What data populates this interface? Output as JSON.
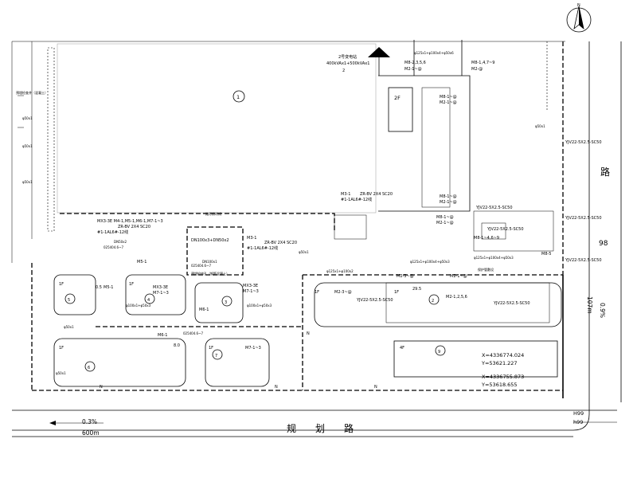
{
  "north_label": "N",
  "transformer": {
    "name": "2号变电站",
    "capacity": "400kVAx1+500kVAx1",
    "count": "2"
  },
  "buildings": {
    "b1": "1",
    "b2": "2",
    "b4": "4",
    "b5": "5",
    "b6": "6",
    "b7": "7",
    "b9": "9",
    "b2f": "2F",
    "b3": "3"
  },
  "floors": {
    "f2f": "2F",
    "f1f_a": "1F",
    "f1f_b": "1F",
    "f1f_c": "1F",
    "f1f_d": "1F",
    "f1f_e": "1F",
    "f1f_f": "1F",
    "f4f": "4F"
  },
  "cables": {
    "c_m8a": "M8-2,3,5,6",
    "c_m2a": "M2-1~@",
    "c_m8b": "M8-1,4,7~9",
    "c_m2b": "M2-@",
    "c_m8c": "M8-1~@",
    "c_m2c": "M2-1~@",
    "c_m8d": "M8-1~@",
    "c_m2d": "M2-1~@",
    "c_m8e": "M8-1~@",
    "c_m2e": "M2-1~@",
    "c_m3": "M3-1",
    "c_zr1": "ZR-BV 2X4 SC20",
    "c_al1": "#1-1AL6#-12线",
    "c_mx": "MX3-3E M4-1,M5-1,M6-1,M7-1~3",
    "c_zr2": "ZR-BV 2X4 SC20",
    "c_al2": "#1-1AL6#-12线",
    "c_m31": "M3-1",
    "c_zr3": "ZR-BV 2X4 SC20",
    "c_al3": "#1-1AL6#-12线",
    "c_dn": "DN100x3+DN50x2",
    "c_m51": "M5-1",
    "c_m51b": "M5-1",
    "c_05": "0.5",
    "c_mx33": "MX3-3E",
    "c_m71": "M7-1~3",
    "c_mx33b": "MX3-3E",
    "c_m7": "M7-1~3",
    "c_m61": "M6-1",
    "c_m62": "M6-1",
    "c_m71b": "M7-1~3",
    "c_m23": "M2-3~@",
    "c_m21": "M2-1~@",
    "c_295": "29.5",
    "c_m2256": "M2-1,2,5,6",
    "c_m8469": "M8-1~4,6~9",
    "c_m85": "M8-5",
    "c_yjv1": "YJV22-5X2.5-SC50",
    "c_yjv2": "YJV22-5X2.5-SC50",
    "c_yjv3": "YJV22-5X2.5-SC50",
    "c_yjv4": "YJV22-5X2.5-SC50",
    "c_yjv5": "YJV22-5X2.5-SC50",
    "c_yjv6": "YJV22-5X2.5-SC50",
    "c_yjv7": "YJV22-5X2.5-SC50",
    "c_80": "8.0",
    "c_phi1": "φ50x1",
    "c_phi2": "φ50x1",
    "c_phi3": "φ50x1",
    "c_phi4": "φ50x1",
    "c_phi5": "φ50x1",
    "c_phi6": "φ50x1",
    "c_phi7": "φ50x1",
    "c_phi100": "φ100x1+φ50x3",
    "c_phi100b": "φ100x1+φ50x3",
    "c_phi125": "φ125x1+φ100x4+φ50x3",
    "c_phi125b": "φ125x1+φ100x4+φ50x3",
    "c_phi125c": "φ125x1+φ100x4+φ50x6",
    "c_phi125d": "φ125x1+φ100x2",
    "c_dn100": "DN100x1",
    "c_dn50": "DN50x2",
    "c_025": "025404.6~7",
    "c_0254b": "025404.6~7",
    "c_025c": "025404.6~7",
    "c_n": "N"
  },
  "coords": {
    "x1": "X=4336774.024",
    "y1": "Y=53621.227",
    "x2": "X=4336755.873",
    "y2": "Y=53618.655"
  },
  "road": {
    "name_south": "规　　划　　路",
    "name_east": "路",
    "grade1": "0.3%",
    "len1": "600m",
    "grade2": "0.9%",
    "len2": "107m",
    "h99a": "H99",
    "h99b": "h99",
    "r98": "98"
  },
  "labels": {
    "repair": "预埋检查井（混凝土）",
    "note1": "预埋检修孔（钢筋混凝土）",
    "lamp": "路灯照明线",
    "note": "保护管敷设"
  }
}
